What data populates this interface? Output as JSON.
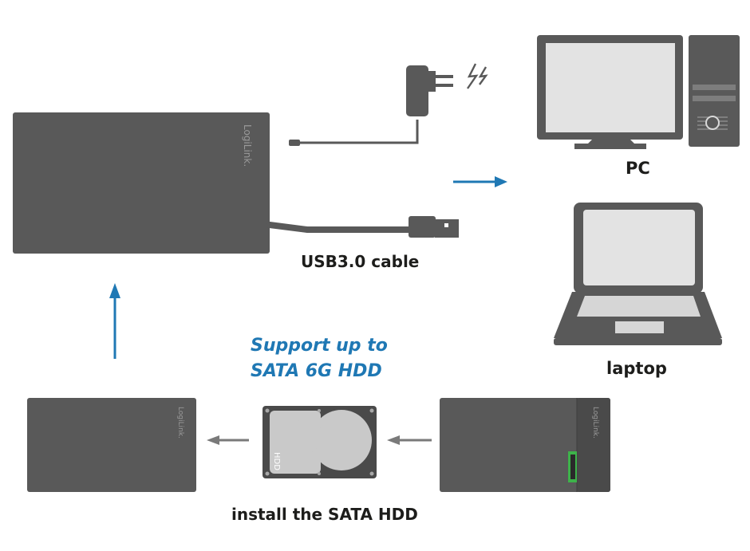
{
  "labels": {
    "usb_cable": "USB3.0 cable",
    "pc": "PC",
    "laptop": "laptop",
    "support_line1": "Support up to",
    "support_line2": "SATA 6G HDD",
    "install": "install the SATA HDD"
  },
  "brand": {
    "logo_text": "LogiLink.",
    "hdd_text": "HDD"
  },
  "colors": {
    "device": "#595959",
    "device_dark": "#4a4a4a",
    "screen": "#e3e3e3",
    "arrow_blue": "#1f78b4",
    "arrow_grey": "#7a7a7a",
    "accent_green": "#3db34a",
    "text": "#1d1d1b"
  },
  "icons": [
    "power-adapter-icon",
    "lightning-icon",
    "desktop-pc-icon",
    "laptop-icon",
    "usb-plug-icon",
    "hard-disk-icon"
  ]
}
